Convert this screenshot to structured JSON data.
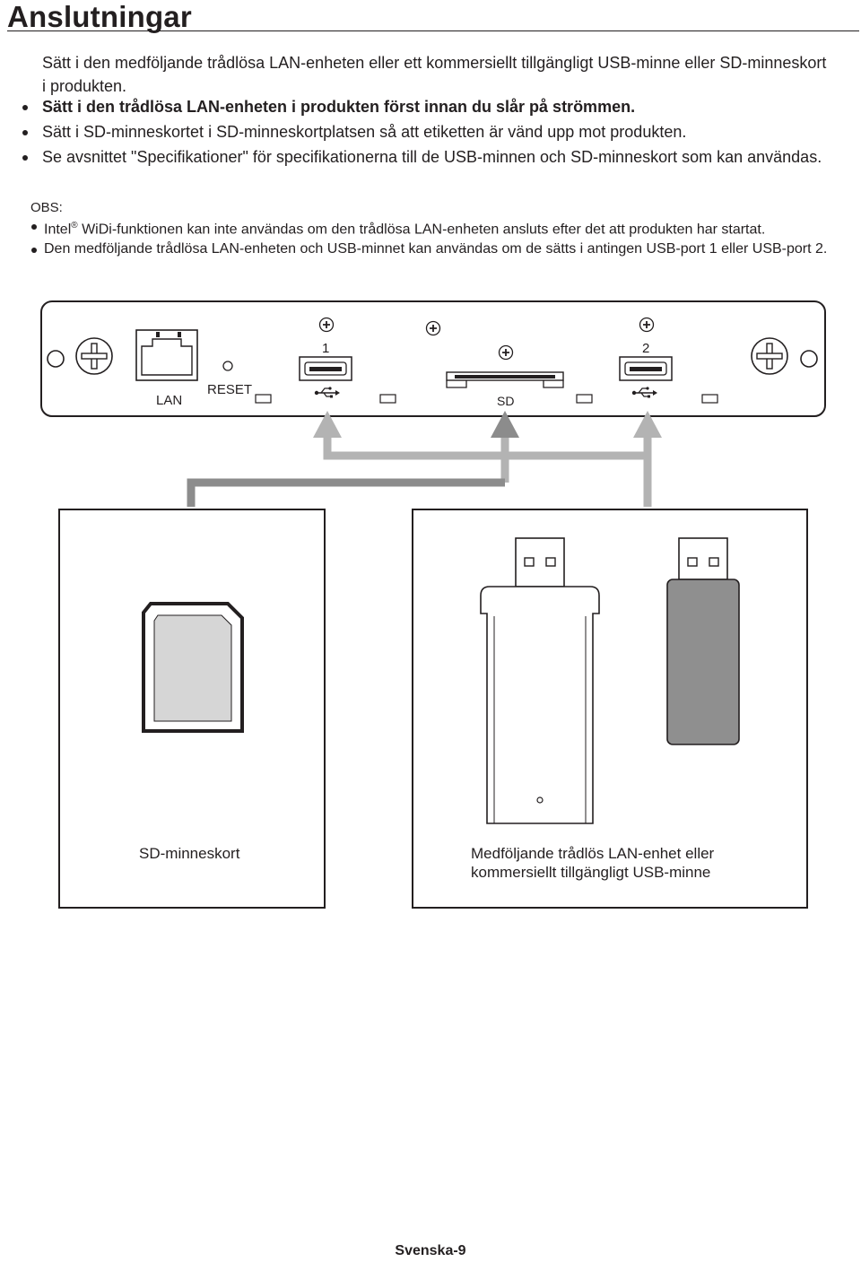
{
  "page": {
    "title": "Anslutningar",
    "intro": "Sätt i den medföljande trådlösa LAN-enheten eller ett kommersiellt tillgängligt USB-minne eller SD-minneskort i produkten.",
    "bullets": [
      "Sätt i den trådlösa LAN-enheten i produkten först innan du slår på strömmen.",
      "Sätt i SD-minneskortet i SD-minneskortplatsen så att etiketten är vänd upp mot produkten.",
      "Se avsnittet \"Specifikationer\" för specifikationerna till de USB-minnen och SD-minneskort som kan användas."
    ],
    "obs": {
      "label": "OBS:",
      "note1_pre": "Intel",
      "note1_sup": "®",
      "note1_post": " WiDi-funktionen kan inte användas om den trådlösa LAN-enheten ansluts efter det att produkten har startat.",
      "note2": "Den medföljande trådlösa LAN-enheten och USB-minnet kan användas om de sätts i antingen USB-port 1 eller USB-port 2."
    },
    "footer": "Svenska-9"
  },
  "diagram": {
    "panel_labels": {
      "lan": "LAN",
      "reset": "RESET",
      "usb1": "1",
      "usb2": "2",
      "sd": "SD"
    },
    "boxes": {
      "sd_caption": "SD-minneskort",
      "usb_caption_line1": "Medföljande trådlös LAN-enhet eller",
      "usb_caption_line2": "kommersiellt tillgängligt USB-minne"
    },
    "colors": {
      "arrow_fill": "#b3b3b3",
      "arrow_dark": "#8c8c8c",
      "stick_dark": "#8f8f8f",
      "sd_inner": "#d6d6d6"
    }
  }
}
